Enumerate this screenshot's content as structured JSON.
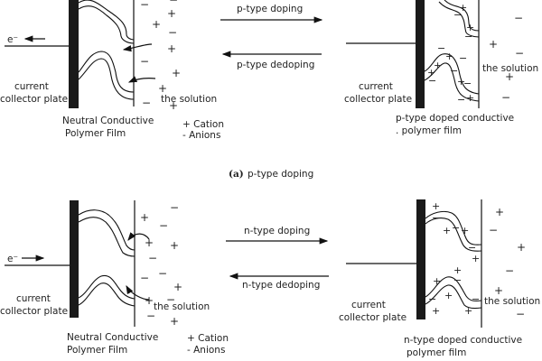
{
  "figure": {
    "panel_a": {
      "caption_label": "(a)",
      "caption_text": "p-type doping",
      "left": {
        "electron_label": "e⁻",
        "electron_direction": "left",
        "plate_label_line1": "current",
        "plate_label_line2": "collector plate",
        "solution_label": "the solution",
        "film_label_line1": "Neutral Conductive",
        "film_label_line2": "Polymer Film",
        "legend_cation": "+ Cation",
        "legend_anion": "- Anions"
      },
      "forward_arrow_label": "p-type doping",
      "reverse_arrow_label": "p-type dedoping",
      "right": {
        "plate_label_line1": "current",
        "plate_label_line2": "collector plate",
        "solution_label": "the solution",
        "film_label_line1": "p-type doped conductive",
        "film_label_line2": ". polymer film"
      }
    },
    "panel_b": {
      "left": {
        "electron_label": "e⁻",
        "electron_direction": "right",
        "plate_label_line1": "current",
        "plate_label_line2": "collector plate",
        "solution_label": "the solution",
        "film_label_line1": "Neutral Conductive",
        "film_label_line2": "Polymer Film",
        "legend_cation": "+ Cation",
        "legend_anion": "- Anions"
      },
      "forward_arrow_label": "n-type doping",
      "reverse_arrow_label": "n-type dedoping",
      "right": {
        "plate_label_line1": "current",
        "plate_label_line2": "collector plate",
        "solution_label": "the solution",
        "film_label_line1": "n-type doped conductive",
        "film_label_line2": "polymer film"
      }
    },
    "signs": {
      "plus": "+",
      "minus": "−"
    }
  }
}
